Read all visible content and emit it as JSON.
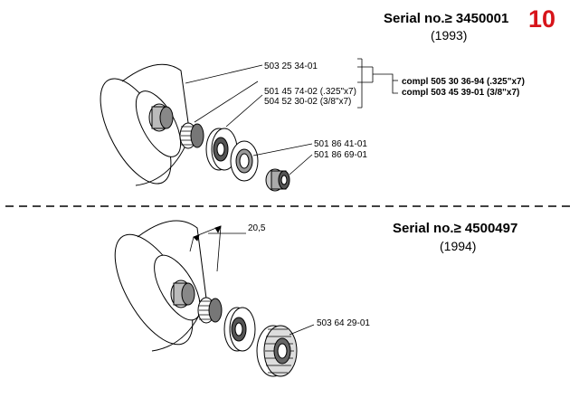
{
  "page_number": "10",
  "page_number_color": "#d7141a",
  "top": {
    "serial": "Serial no.≥ 3450001",
    "year": "(1993)",
    "parts": {
      "drum": "503 25 34-01",
      "sprocket_325": "501 45 74-02 (.325\"x7)",
      "sprocket_38": "504 52 30-02 (3/8\"x7)",
      "washer": "501 86 41-01",
      "bearing": "501 86 69-01"
    },
    "compl": [
      "compl 505 30 36-94 (.325\"x7)",
      "compl 503 45 39-01 (3/8\"x7)"
    ]
  },
  "bottom": {
    "serial": "Serial no.≥ 4500497",
    "year": "(1994)",
    "dimension": "20,5",
    "parts": {
      "rim": "503 64 29-01"
    }
  }
}
